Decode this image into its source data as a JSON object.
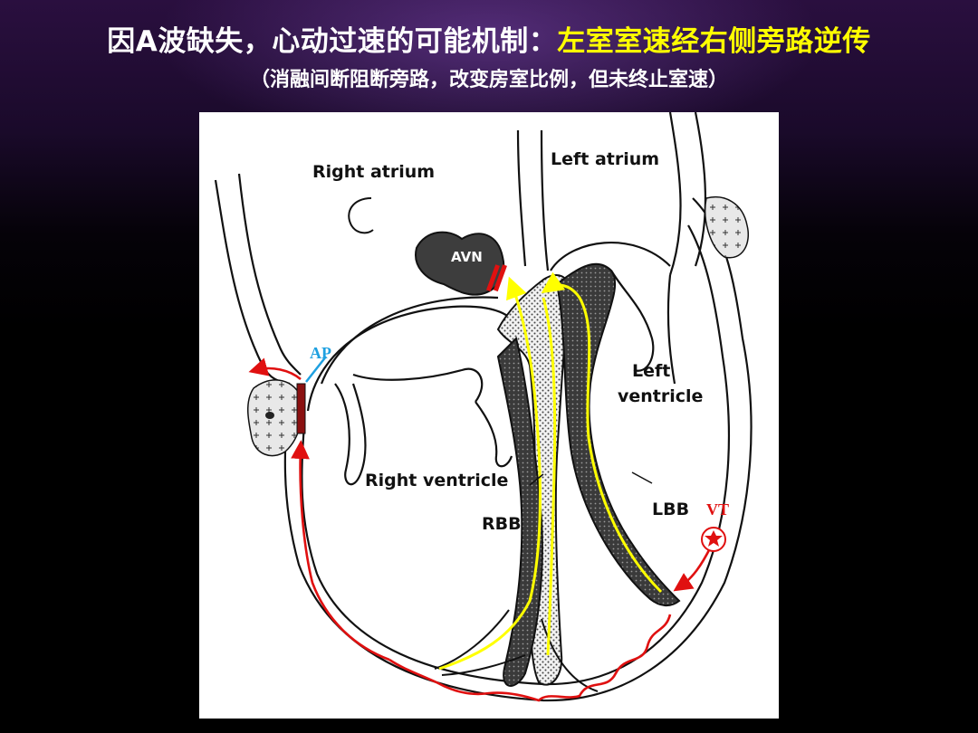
{
  "header": {
    "title_main": "因A波缺失，心动过速的可能机制：",
    "title_highlight": "左室室速经右侧旁路逆传",
    "subtitle": "（消融间断阻断旁路，改变房室比例，但未终止室速）"
  },
  "diagram": {
    "labels": {
      "right_atrium": "Right atrium",
      "left_atrium": "Left atrium",
      "avn": "AVN",
      "ap": "AP",
      "left_ventricle_1": "Left",
      "left_ventricle_2": "ventricle",
      "right_ventricle": "Right ventricle",
      "rbb": "RBB",
      "lbb": "LBB",
      "vt": "VT"
    },
    "colors": {
      "activation_arrow": "#e01010",
      "conduction_path": "#ffff00",
      "ap_label": "#1ea0e0",
      "vt_label": "#e01010"
    }
  }
}
